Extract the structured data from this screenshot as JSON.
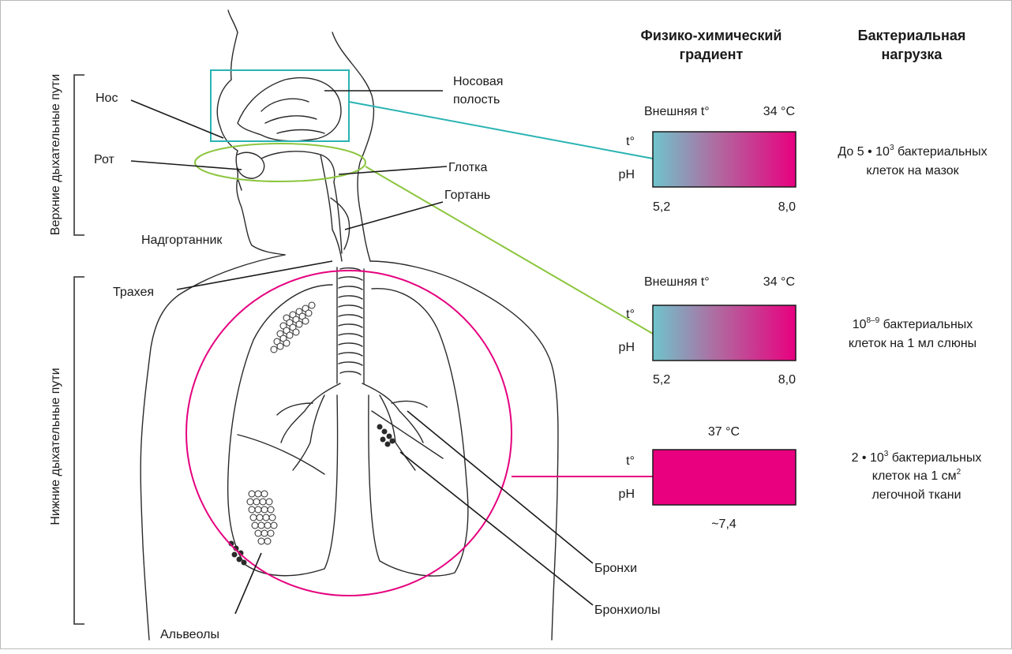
{
  "headers": {
    "gradient": [
      "Физико-химический",
      "градиент"
    ],
    "load": [
      "Бактериальная",
      "нагрузка"
    ]
  },
  "sections": {
    "upper": "Верхние дыхательные пути",
    "lower": "Нижние дыхательные пути"
  },
  "anatomy": {
    "nose": "Нос",
    "nasal_cavity": [
      "Носовая",
      "полость"
    ],
    "mouth": "Рот",
    "pharynx": "Глотка",
    "larynx": "Гортань",
    "epiglottis": "Надгортанник",
    "trachea": "Трахея",
    "bronchi": "Бронхи",
    "bronchioles": "Бронхиолы",
    "alveoli": "Альвеолы"
  },
  "gradients": [
    {
      "top_left": "Внешняя t°",
      "top_right": "34 °C",
      "row1": "t°",
      "row2": "pH",
      "bottom_left": "5,2",
      "bottom_right": "8,0",
      "load": [
        "До 5 • 10",
        "3",
        " бактериальных"
      ],
      "load2": "клеток на мазок"
    },
    {
      "top_left": "Внешняя t°",
      "top_right": "34 °C",
      "row1": "t°",
      "row2": "pH",
      "bottom_left": "5,2",
      "bottom_right": "8,0",
      "load": [
        "10",
        "8–9",
        " бактериальных"
      ],
      "load2": "клеток на 1 мл слюны"
    },
    {
      "top_center": "37 °C",
      "row1": "t°",
      "row2": "pH",
      "bottom_center": "~7,4",
      "load": [
        "2 • 10",
        "3",
        " бактериальных"
      ],
      "load2": [
        "клеток на 1 см",
        "2"
      ],
      "load3": "легочной ткани"
    }
  ],
  "colors": {
    "teal": "#2ab3b3",
    "green": "#8cc63f",
    "magenta": "#e5007e",
    "gradient_start": "#6fc4cc",
    "gradient_end": "#e8007f"
  }
}
